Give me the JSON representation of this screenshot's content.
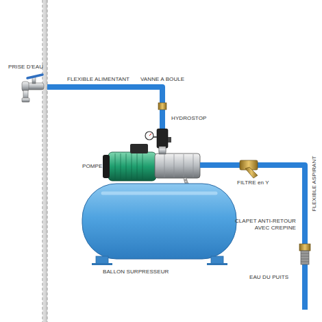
{
  "diagram": {
    "labels": [
      "PRISE D'EAU",
      "FLEXIBLE ALIMENTANT",
      "VANNE A BOULE",
      "HYDROSTOP",
      "POMPE",
      "FILTRE en Y",
      "FLEXIBLE ASPIRANT",
      "CLAPET ANTI-RETOUR AVEC CREPINE",
      "BALLON SURPRESSEUR",
      "EAU DU PUITS"
    ]
  }
}
